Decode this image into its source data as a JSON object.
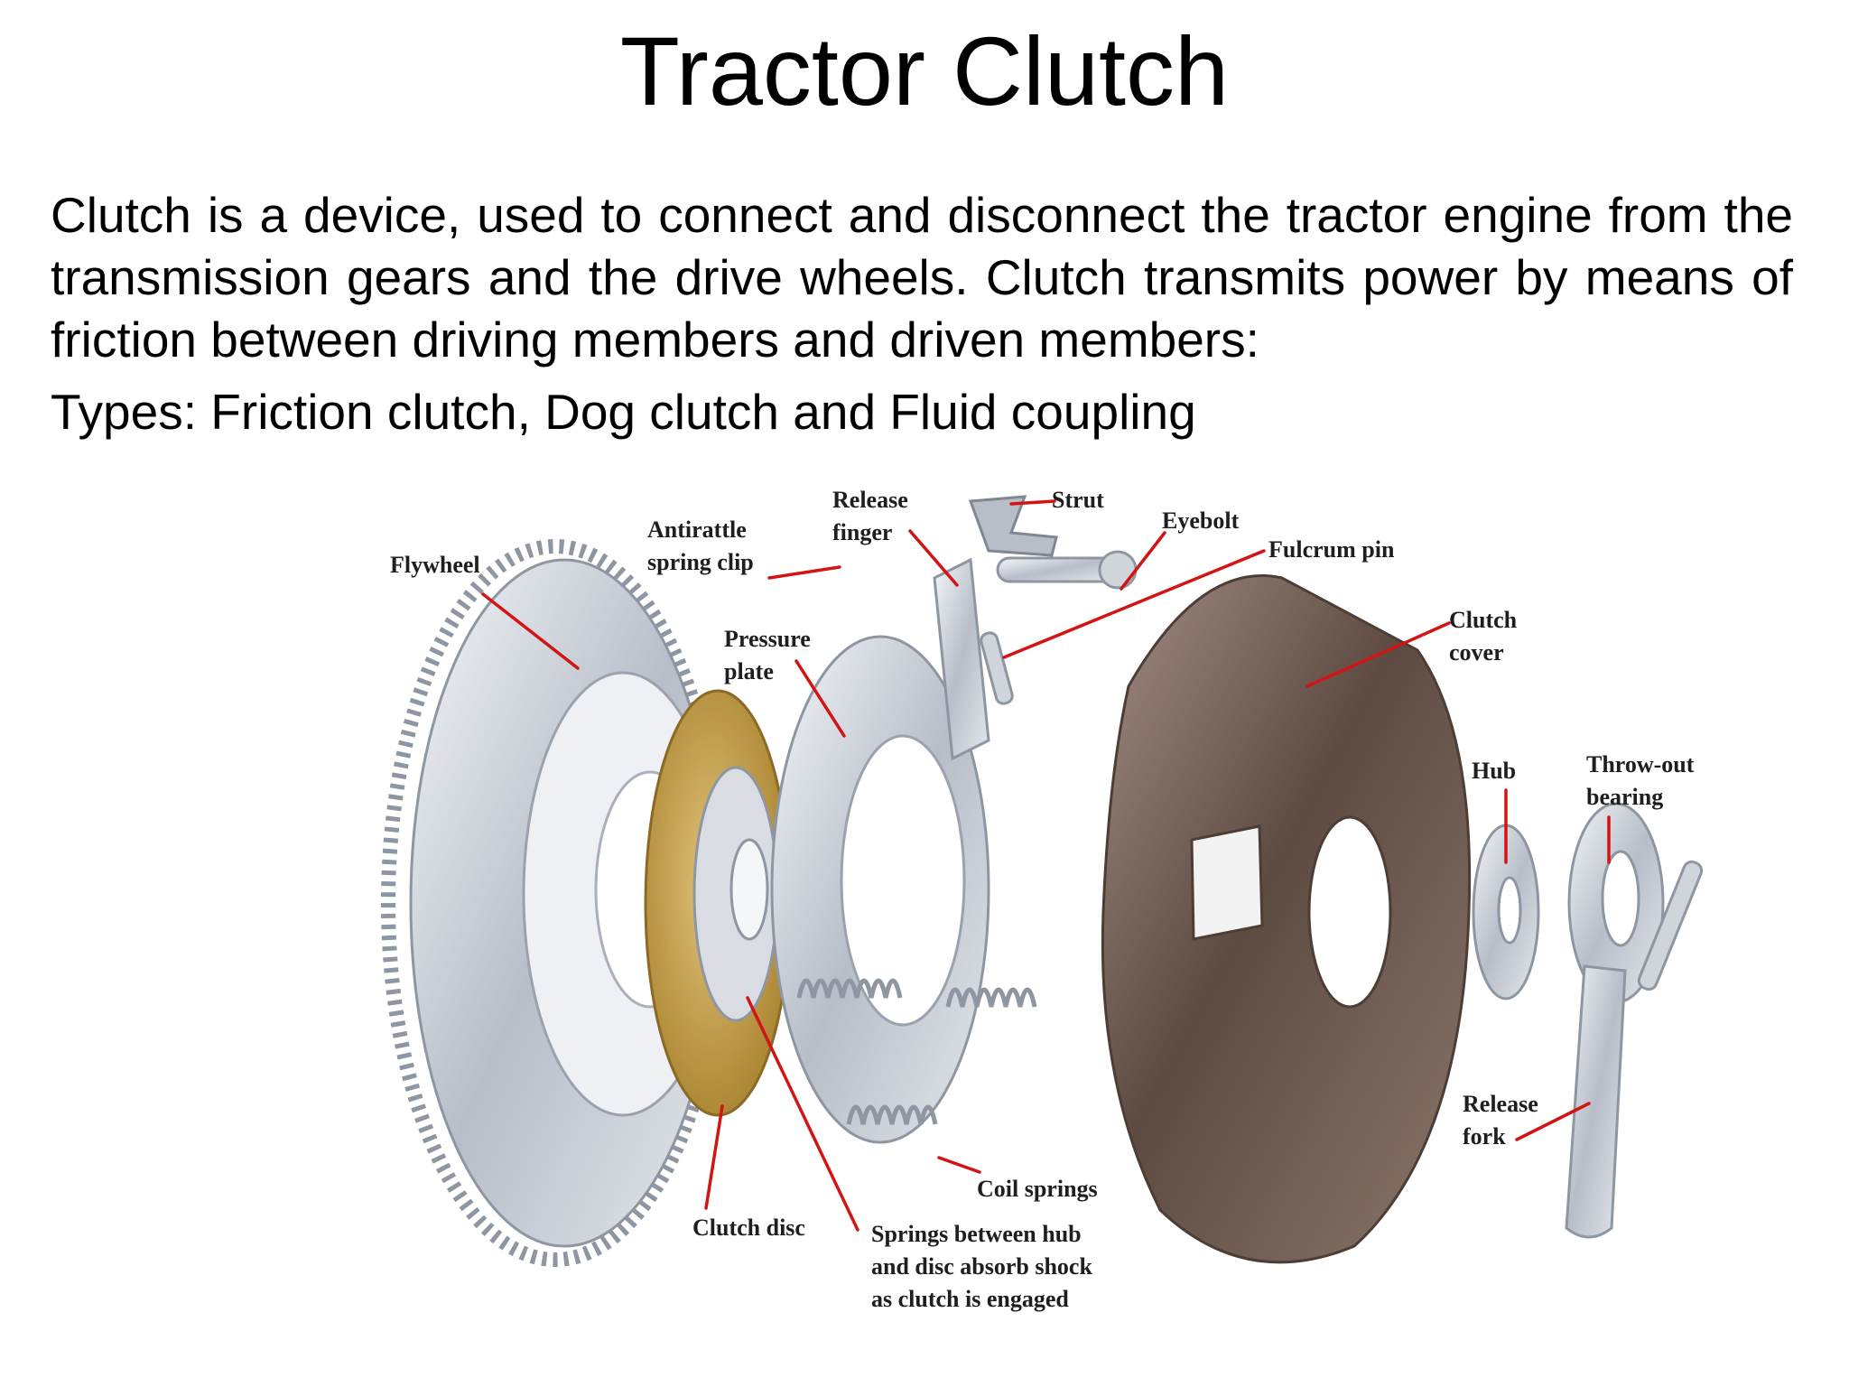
{
  "slide": {
    "title": "Tractor Clutch",
    "paragraph": "Clutch is a device, used to connect and disconnect the tractor engine from the transmission gears and the drive wheels. Clutch transmits power by means of friction between driving members and driven members:",
    "types": "Types: Friction clutch, Dog clutch and Fluid coupling"
  },
  "diagram": {
    "labels": {
      "flywheel": "Flywheel",
      "antirattle_1": "Antirattle",
      "antirattle_2": "spring clip",
      "release_finger_1": "Release",
      "release_finger_2": "finger",
      "strut": "Strut",
      "eyebolt": "Eyebolt",
      "fulcrum_pin": "Fulcrum pin",
      "pressure_plate_1": "Pressure",
      "pressure_plate_2": "plate",
      "clutch_cover_1": "Clutch",
      "clutch_cover_2": "cover",
      "hub": "Hub",
      "throwout_1": "Throw-out",
      "throwout_2": "bearing",
      "release_fork_1": "Release",
      "release_fork_2": "fork",
      "coil_springs": "Coil springs",
      "clutch_disc": "Clutch disc",
      "springs_note_1": "Springs between hub",
      "springs_note_2": "and disc absorb shock",
      "springs_note_3": "as clutch is engaged"
    },
    "colors": {
      "leader": "#d21414",
      "metal": "#c9ced6",
      "friction": "#c9a24e",
      "cover": "#6e5a4f"
    }
  }
}
